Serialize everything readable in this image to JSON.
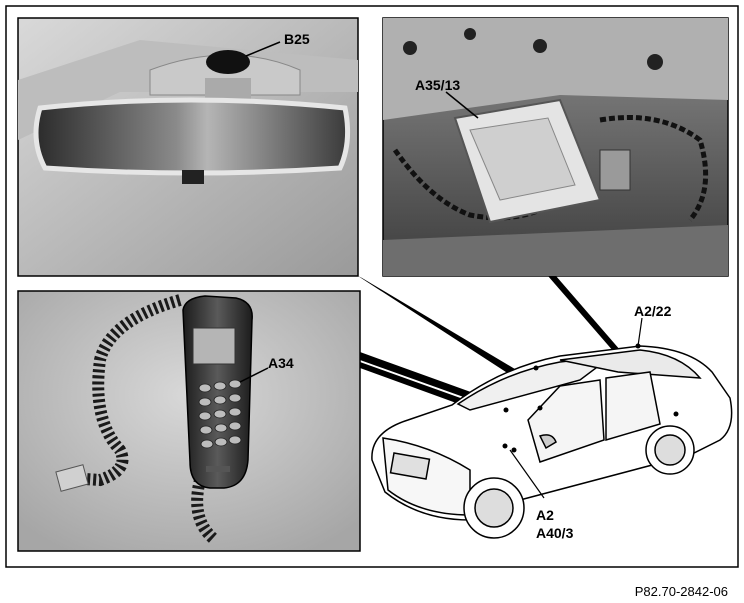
{
  "labels": {
    "b25": "B25",
    "a35_13": "A35/13",
    "a34": "A34",
    "a2_22": "A2/22",
    "a2": "A2",
    "a40_3": "A40/3"
  },
  "reference": "P82.70-2842-06",
  "icons": [
    "rearview-mirror",
    "control-module",
    "telephone-handset",
    "sedan-car"
  ]
}
